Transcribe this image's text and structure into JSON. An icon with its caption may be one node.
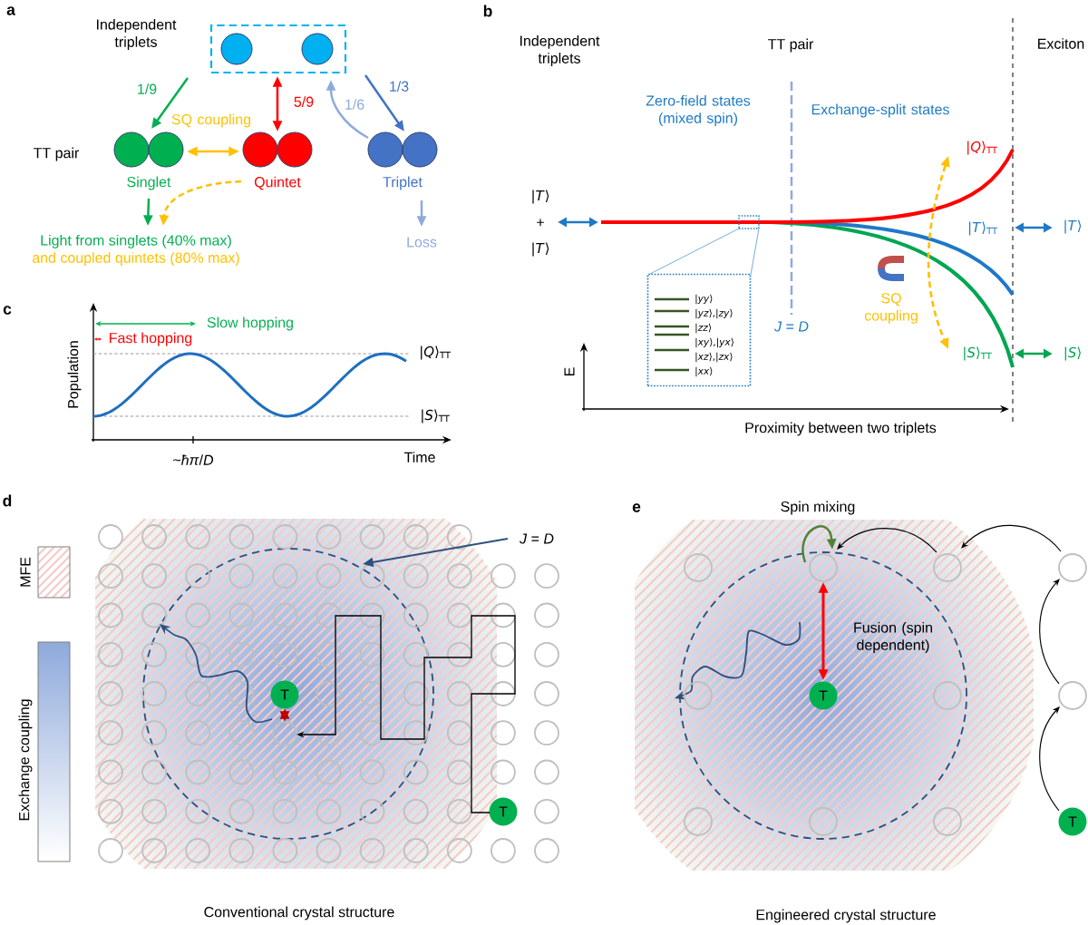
{
  "diagram": {
    "nodes": [
      {
        "text": [
          "Independent triplets"
        ]
      },
      {
        "text": [],
        "shape": "circle",
        "in": 0
      },
      {
        "text": [],
        "shape": "circle",
        "in": 0
      },
      {
        "text": [
          "Singlet"
        ]
      },
      {
        "text": [
          "Quintet"
        ]
      },
      {
        "text": [
          "Triplet"
        ]
      },
      {
        "text": [
          "Light from singlets (40% max)",
          "and coupled quintets (80% max)"
        ]
      },
      {
        "text": [
          "Loss"
        ]
      },
      {
        "text": [],
        "shape": "box"
      },
      {
        "text": [
          "|*yy*⟩",
          "|*yz*⟩,|*zy*⟩",
          "|*zz*⟩",
          "|*xy*⟩,|*yx*⟩",
          "|*xz*⟩,|*zx*⟩",
          "|*xx*⟩"
        ]
      },
      {
        "text": [
          "*J* = *D*"
        ]
      },
      {
        "text": [
          "T"
        ]
      },
      {
        "text": [],
        "shape": "circle"
      },
      {
        "text": [
          "T"
        ]
      },
      {
        "text": [],
        "shape": "circle"
      },
      {
        "text": [],
        "shape": "circle"
      },
      {
        "text": [],
        "shape": "circle"
      },
      {
        "text": [],
        "shape": "circle"
      },
      {
        "text": [],
        "shape": "circle"
      },
      {
        "text": [
          "T"
        ]
      },
      {
        "text": [],
        "shape": "circle"
      },
      {
        "text": [],
        "shape": "circle"
      },
      {
        "text": [],
        "shape": "circle"
      },
      {
        "text": [],
        "shape": "circle"
      },
      {
        "text": [],
        "shape": "circle"
      },
      {
        "text": [
          "T"
        ]
      }
    ],
    "edges": [
      {
        "from": 0,
        "to": 3,
        "arrow": "to",
        "label": "1/9",
        "color": "#00b050"
      },
      {
        "from": 0,
        "to": 4,
        "arrow": "both",
        "label": "5/9",
        "color": "#ff0000"
      },
      {
        "from": 0,
        "to": 5,
        "arrow": "to",
        "label": "1/3",
        "color": "#4472c4"
      },
      {
        "from": 5,
        "to": 0,
        "arrow": "to",
        "label": "1/6",
        "color": "#8faadc"
      },
      {
        "from": 3,
        "to": 4,
        "arrow": "both",
        "label": "SQ coupling",
        "color": "#ffc000"
      },
      {
        "from": 3,
        "to": 6,
        "arrow": "to",
        "color": "#00b050"
      },
      {
        "from": 4,
        "to": 6,
        "arrow": "to",
        "style": "dashed",
        "color": "#ffc000"
      },
      {
        "from": 5,
        "to": 7,
        "arrow": "to",
        "color": "#8faadc"
      },
      {
        "from": 8,
        "to": 9,
        "arrow": "none",
        "color": "#5b9bd5"
      },
      {
        "from": 8,
        "to": 9,
        "arrow": "none",
        "color": "#5b9bd5"
      },
      {
        "from": 10,
        "to": null,
        "arrow": "to",
        "color": "#2f4f7f"
      },
      {
        "from": 13,
        "to": 12,
        "arrow": "to"
      },
      {
        "from": 11,
        "to": 12,
        "arrow": "both",
        "color": "#c00000"
      },
      {
        "from": 25,
        "to": 21,
        "arrow": "to"
      },
      {
        "from": 21,
        "to": 17,
        "arrow": "to"
      },
      {
        "from": 17,
        "to": 16,
        "arrow": "to"
      },
      {
        "from": 16,
        "to": 15,
        "arrow": "to"
      },
      {
        "from": 15,
        "to": 15,
        "arrow": "to",
        "label": "Spin mixing",
        "color": "#548235"
      },
      {
        "from": 19,
        "to": 15,
        "arrow": "both",
        "label": "Fusion (spin dependent)",
        "color": "#ff0000"
      }
    ],
    "labels": [
      "a",
      "TT pair",
      "b",
      "Independent triplets",
      "TT pair",
      "Exciton",
      "Zero-field states (mixed spin)",
      "Exchange-split states",
      "|*T*⟩",
      "+",
      "|*T*⟩",
      "|*Q*⟩$_{TT}$",
      "|*T*⟩$_{TT}$",
      "|*T*⟩",
      "SQ coupling",
      "*J* = *D*",
      "|*S*⟩$_{TT}$",
      "|*S*⟩",
      "E",
      "Proximity between two triplets",
      "c",
      "Slow hopping",
      "Fast hopping",
      "Population",
      "|*Q*⟩$_{TT}$",
      "|*S*⟩$_{TT}$",
      "~*ħπ*/*D*",
      "Time",
      "d",
      "Conventional crystal structure",
      "e",
      "Engineered crystal structure"
    ],
    "legend": [
      {
        "text": "MFE"
      },
      {
        "text": "Exchange coupling"
      }
    ]
  }
}
